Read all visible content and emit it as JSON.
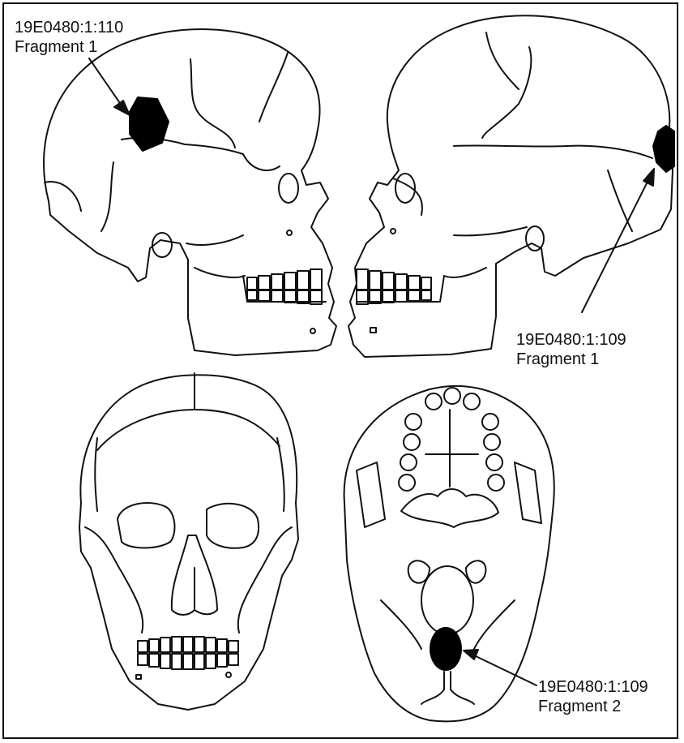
{
  "annotations": [
    {
      "id": "a1",
      "specimen": "19E0480:1:110",
      "fragment": "Fragment 1"
    },
    {
      "id": "a2",
      "specimen": "19E0480:1:109",
      "fragment": "Fragment 1"
    },
    {
      "id": "a3",
      "specimen": "19E0480:1:109",
      "fragment": "Fragment 2"
    }
  ],
  "colors": {
    "line": "#111111",
    "fragment_fill": "#000000",
    "background": "#ffffff"
  }
}
